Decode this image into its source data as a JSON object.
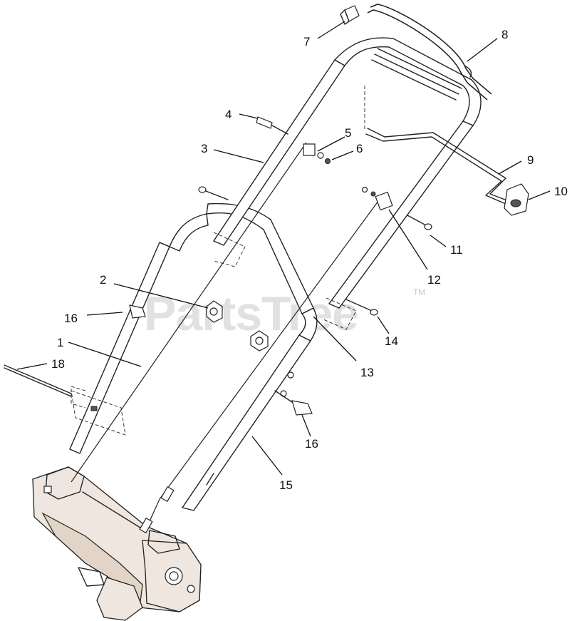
{
  "watermark": {
    "brand": "PartsTree",
    "trademark": "TM"
  },
  "callouts": [
    {
      "id": "1",
      "label": "1"
    },
    {
      "id": "2",
      "label": "2"
    },
    {
      "id": "3",
      "label": "3"
    },
    {
      "id": "4",
      "label": "4"
    },
    {
      "id": "5",
      "label": "5"
    },
    {
      "id": "6",
      "label": "6"
    },
    {
      "id": "7",
      "label": "7"
    },
    {
      "id": "8",
      "label": "8"
    },
    {
      "id": "9",
      "label": "9"
    },
    {
      "id": "10",
      "label": "10"
    },
    {
      "id": "11",
      "label": "11"
    },
    {
      "id": "12",
      "label": "12"
    },
    {
      "id": "13",
      "label": "13"
    },
    {
      "id": "14",
      "label": "14"
    },
    {
      "id": "15",
      "label": "15"
    },
    {
      "id": "16a",
      "label": "16"
    },
    {
      "id": "16b",
      "label": "16"
    },
    {
      "id": "18",
      "label": "18"
    }
  ]
}
